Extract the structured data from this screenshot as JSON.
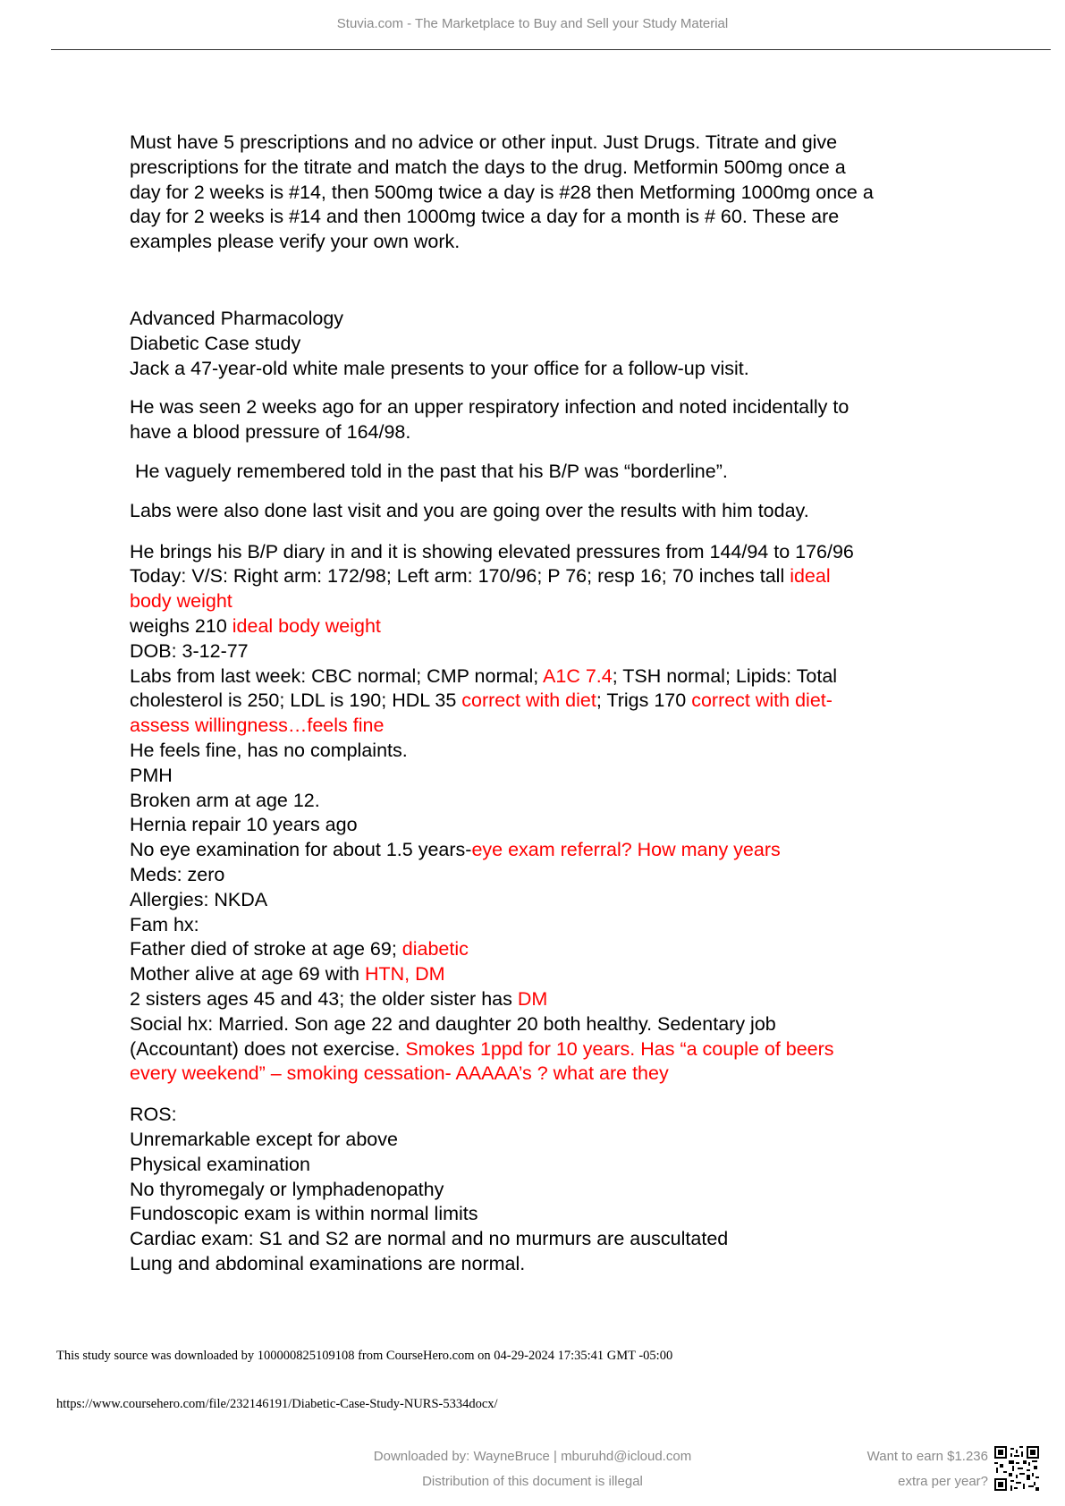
{
  "header": {
    "text": "Stuvia.com - The Marketplace to Buy and Sell your Study Material"
  },
  "intro": {
    "lines": [
      "Must have 5 prescriptions and no advice or other input. Just Drugs. Titrate and give",
      "prescriptions for the titrate and match the days to the drug. Metformin 500mg once a",
      "day for 2 weeks is #14, then 500mg twice a day is #28 then Metforming 1000mg once a",
      "day for 2 weeks is #14 and then 1000mg twice a day for a month is # 60.  These are",
      "examples please verify your own work."
    ]
  },
  "case": {
    "course_title": "Advanced Pharmacology",
    "study_title": "Diabetic Case study",
    "presentation": "Jack a 47-year-old white male presents to your office for a follow-up visit.",
    "history_1": "He was seen 2 weeks ago for an upper respiratory infection and noted incidentally to",
    "history_2": "have a blood pressure of 164/98.",
    "borderline": " He vaguely remembered told in the past that his B/P was “borderline”.",
    "labs_note": "Labs were also done last visit and you are going over the results with him today.",
    "diary": "He brings his B/P diary in and it is showing elevated pressures from 144/94 to 176/96",
    "vitals": "Today: V/S: Right arm: 172/98; Left arm: 170/96; P 76; resp 16; 70 inches tall ",
    "vitals_note_1": "ideal",
    "vitals_note_2": "body weight",
    "weight": "weighs 210 ",
    "weight_note": "ideal body weight",
    "dob": "DOB: 3-12-77",
    "labs_1a": "Labs from last week: CBC normal; CMP normal; ",
    "labs_1b": "A1C 7.4",
    "labs_1c": "; TSH normal; Lipids: Total",
    "labs_2a": "cholesterol is 250; LDL is 190; HDL 35 ",
    "labs_2b": "correct with diet",
    "labs_2c": "; Trigs 170 ",
    "labs_2d": "correct with diet-",
    "labs_3": "assess willingness…feels fine",
    "feels_fine": "He feels fine, has no complaints.",
    "pmh": "PMH",
    "pmh_1": "Broken arm at age 12.",
    "pmh_2": "Hernia repair 10 years ago",
    "eye_a": "No eye examination for about 1.5 years-",
    "eye_b": "eye exam referral? How many years",
    "meds": "Meds: zero",
    "allergies": "Allergies: NKDA",
    "fam_hx": "Fam hx:",
    "father_a": "Father died of stroke at age 69; ",
    "father_b": "diabetic",
    "mother_a": "Mother alive at age 69 with ",
    "mother_b": "HTN, DM",
    "sisters_a": "2 sisters ages 45 and 43; the older sister has ",
    "sisters_b": "DM",
    "social_1": "Social hx: Married. Son age 22 and daughter 20 both healthy. Sedentary job",
    "social_2a": "(Accountant) does not exercise. ",
    "social_2b": "Smokes 1ppd for 10 years. Has “a couple of beers",
    "social_3": "every weekend” – smoking cessation- AAAAA’s ? what are they",
    "ros": "ROS:",
    "ros_1": "Unremarkable except for above",
    "pe": "Physical examination",
    "pe_1": "No thyromegaly or lymphadenopathy",
    "pe_2": "Fundoscopic exam is within normal limits",
    "pe_3": "Cardiac exam: S1 and S2 are normal and no murmurs are auscultated",
    "pe_4": "Lung and abdominal examinations are normal."
  },
  "source": {
    "downloaded_text": "This study source was downloaded by 100000825109108 from CourseHero.com on 04-29-2024 17:35:41 GMT -05:00",
    "url": "https://www.coursehero.com/file/232146191/Diabetic-Case-Study-NURS-5334docx/"
  },
  "footer": {
    "downloaded_by": "Downloaded by: WayneBruce | mburuhd@icloud.com",
    "distribution": "Distribution of this document is illegal",
    "earn_line_1": "Want to earn $1.236",
    "earn_line_2": "extra per year?",
    "qr_icon": "qr-code-icon"
  },
  "colors": {
    "annotation": "#ff0000",
    "footer_gray": "#8a8a8a"
  }
}
